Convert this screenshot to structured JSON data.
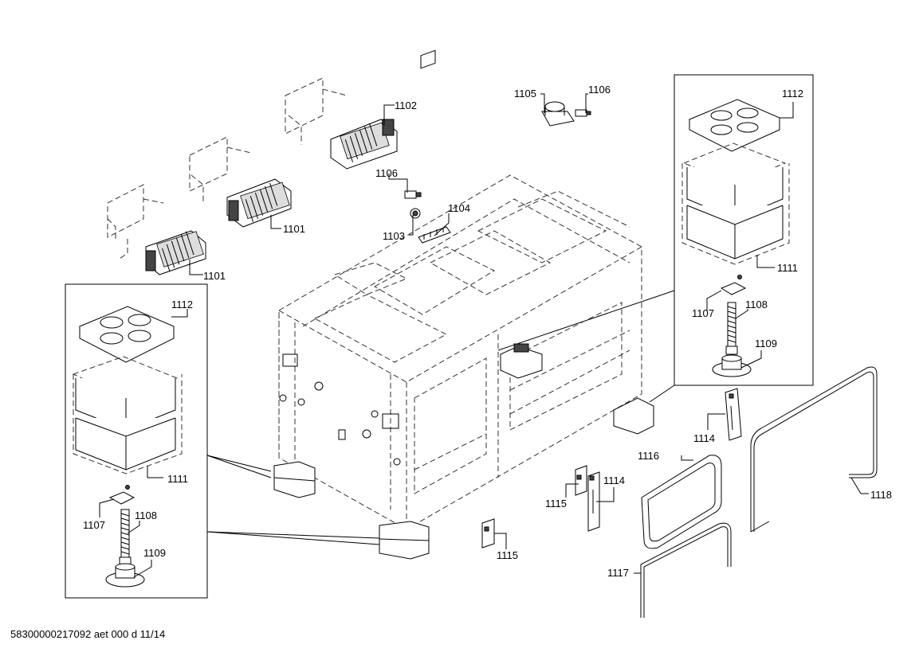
{
  "footer": "58300000217092 aet 000 d 11/14",
  "labels": {
    "l1101a": "1101",
    "l1101b": "1101",
    "l1102": "1102",
    "l1103": "1103",
    "l1104": "1104",
    "l1105": "1105",
    "l1106a": "1106",
    "l1106b": "1106",
    "l1107a": "1107",
    "l1108a": "1108",
    "l1109a": "1109",
    "l1111a": "1111",
    "l1112a": "1112",
    "l1107b": "1107",
    "l1108b": "1108",
    "l1109b": "1109",
    "l1111b": "1111",
    "l1112b": "1112",
    "l1114a": "1114",
    "l1114b": "1114",
    "l1115a": "1115",
    "l1115b": "1115",
    "l1116": "1116",
    "l1117": "1117",
    "l1118": "1118"
  }
}
